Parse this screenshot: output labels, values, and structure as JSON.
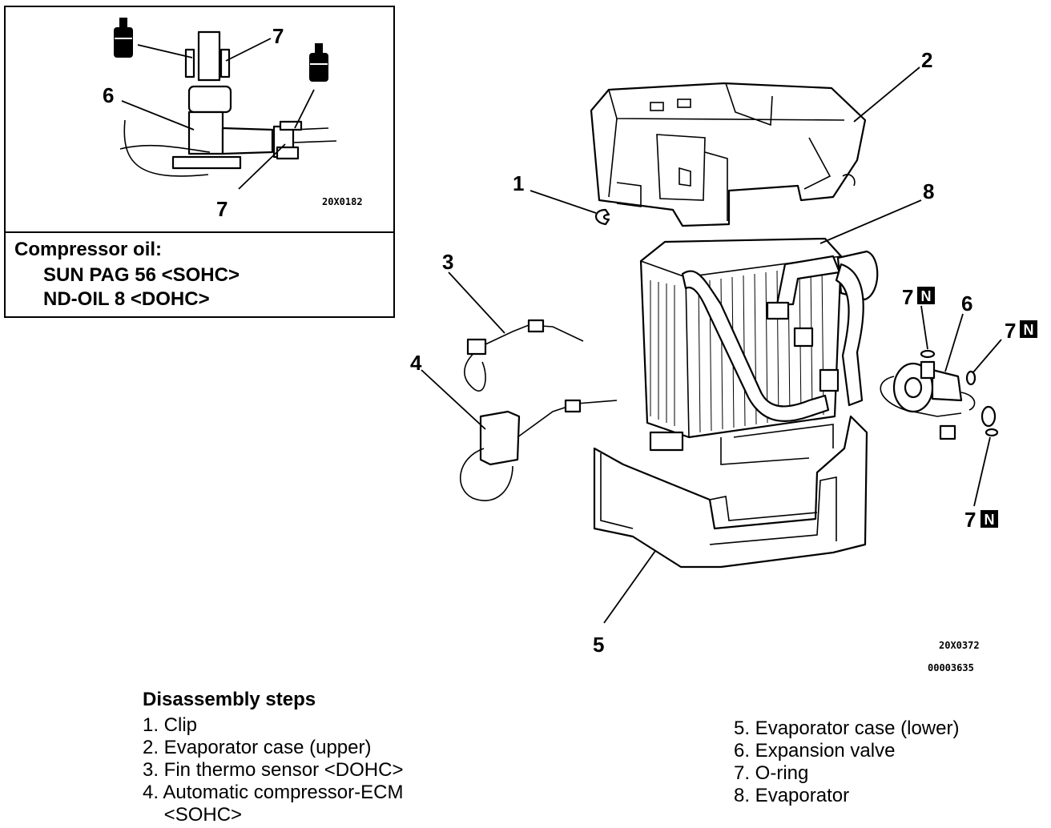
{
  "inset": {
    "callouts": [
      "6",
      "7",
      "7"
    ],
    "code": "20X0182"
  },
  "compressor_oil": {
    "title": "Compressor oil:",
    "lines": [
      "SUN PAG 56 <SOHC>",
      "ND-OIL 8 <DOHC>"
    ]
  },
  "main_diagram": {
    "callouts": [
      "1",
      "2",
      "3",
      "4",
      "5",
      "6",
      "7",
      "7",
      "7",
      "8"
    ],
    "new_part_mark": "N",
    "codes": [
      "20X0372",
      "00003635"
    ]
  },
  "disassembly": {
    "title": "Disassembly steps",
    "steps_left": [
      "1. Clip",
      "2. Evaporator case (upper)",
      "3. Fin thermo sensor <DOHC>",
      "4. Automatic compressor-ECM",
      "    <SOHC>"
    ],
    "steps_right": [
      "5. Evaporator case (lower)",
      "6. Expansion valve",
      "7. O-ring",
      "8. Evaporator"
    ]
  }
}
